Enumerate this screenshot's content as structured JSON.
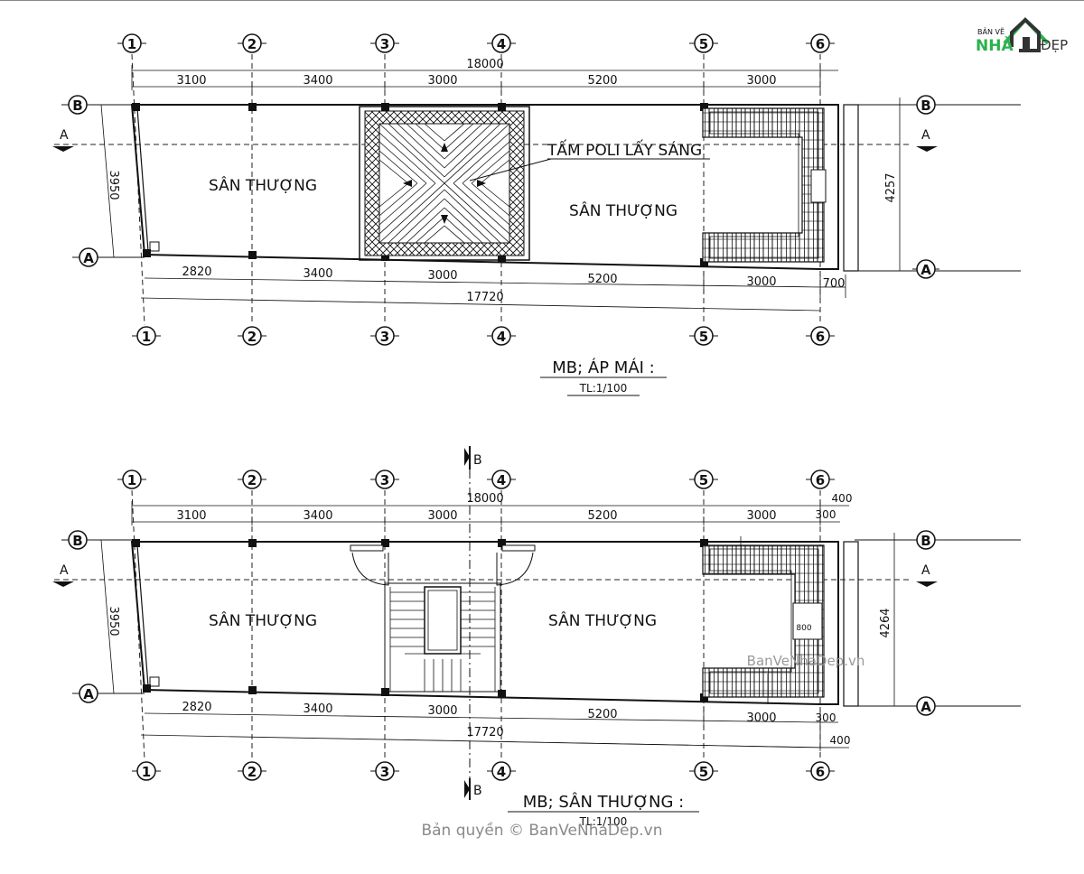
{
  "logo": {
    "small_text": "BẢN VẼ",
    "word_nha": "NHÀ",
    "word_dep": "ĐẸP"
  },
  "plans": [
    {
      "title": "MB; ÁP MÁI :",
      "scale": "TL:1/100",
      "axes": [
        "1",
        "2",
        "3",
        "4",
        "5",
        "6"
      ],
      "row_labels": [
        "B",
        "A"
      ],
      "top_total": "18000",
      "top_dims": [
        "3100",
        "3400",
        "3000",
        "5200",
        "3000"
      ],
      "bottom_dims": [
        "2820",
        "3400",
        "3000",
        "5200",
        "3000"
      ],
      "bottom_extra": "700",
      "bottom_total": "17720",
      "left_dim": "3950",
      "right_dim": "4257",
      "section_a": "A",
      "room_left": "SÂN THƯỢNG",
      "room_right": "SÂN THƯỢNG",
      "note": "TẤM POLI LẤY SÁNG"
    },
    {
      "title": "MB; SÂN THƯỢNG :",
      "scale": "TL:1/100",
      "axes": [
        "1",
        "2",
        "3",
        "4",
        "5",
        "6"
      ],
      "row_labels": [
        "B",
        "A"
      ],
      "top_total": "18000",
      "top_dims": [
        "3100",
        "3400",
        "3000",
        "5200",
        "3000"
      ],
      "top_extra": [
        "400",
        "300"
      ],
      "bottom_dims": [
        "2820",
        "3400",
        "3000",
        "5200",
        "3000"
      ],
      "bottom_extra": [
        "300",
        "400"
      ],
      "bottom_total": "17720",
      "left_dim": "3950",
      "right_dim": "4264",
      "section_a": "A",
      "section_b": "B",
      "room_left": "SÂN THƯỢNG",
      "room_right": "SÂN THƯỢNG",
      "small_dim": "800"
    }
  ],
  "watermark_mid": "BanVeNhaDep.vn",
  "copyright": "Bản quyền © BanVeNhaDep.vn"
}
